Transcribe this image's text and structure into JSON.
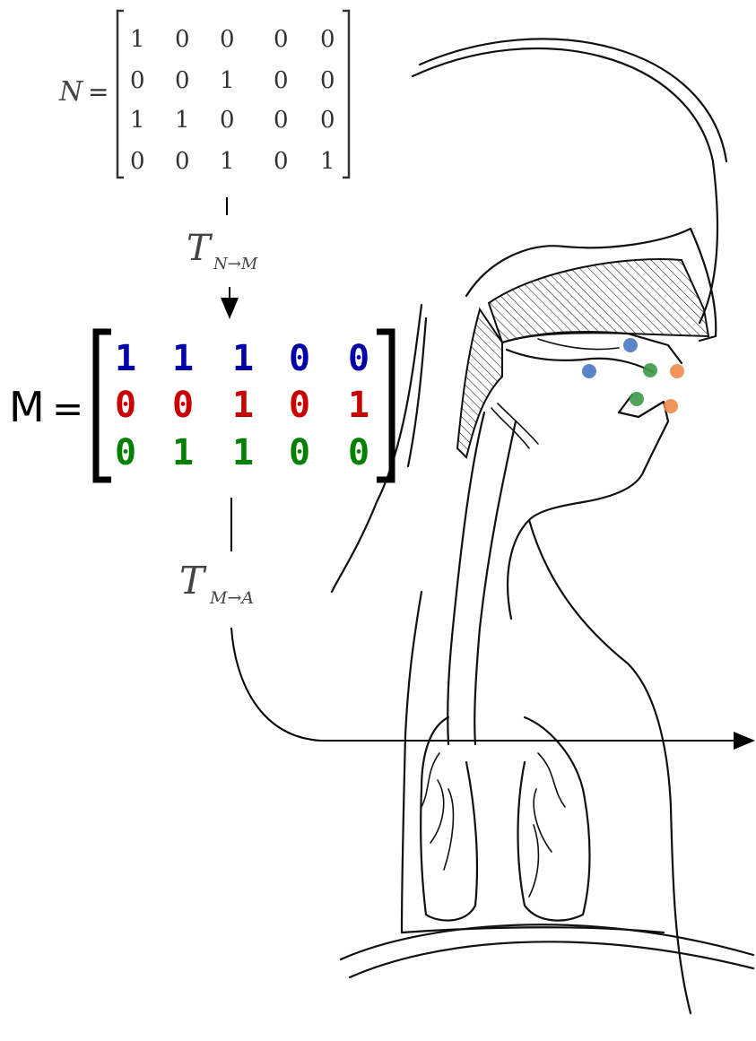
{
  "matrix_n": {
    "label": "N",
    "equals": "=",
    "rows": [
      [
        "1",
        "0",
        "0",
        "0",
        "0"
      ],
      [
        "0",
        "0",
        "1",
        "0",
        "0"
      ],
      [
        "1",
        "1",
        "0",
        "0",
        "0"
      ],
      [
        "0",
        "0",
        "1",
        "0",
        "1"
      ]
    ]
  },
  "transform_n_to_m": {
    "symbol": "T",
    "subscript": "N→M"
  },
  "matrix_m": {
    "label": "M",
    "equals": "=",
    "row_colors": [
      "#0000a8",
      "#c80000",
      "#008000"
    ],
    "rows": [
      [
        "1",
        "1",
        "1",
        "0",
        "0"
      ],
      [
        "0",
        "0",
        "1",
        "0",
        "1"
      ],
      [
        "0",
        "1",
        "1",
        "0",
        "0"
      ]
    ]
  },
  "transform_m_to_a": {
    "symbol": "T",
    "subscript": "M→A"
  },
  "articulator_markers": {
    "colors": {
      "blue": "#4a78c2",
      "green": "#3c9a48",
      "orange": "#f08a4b"
    }
  }
}
